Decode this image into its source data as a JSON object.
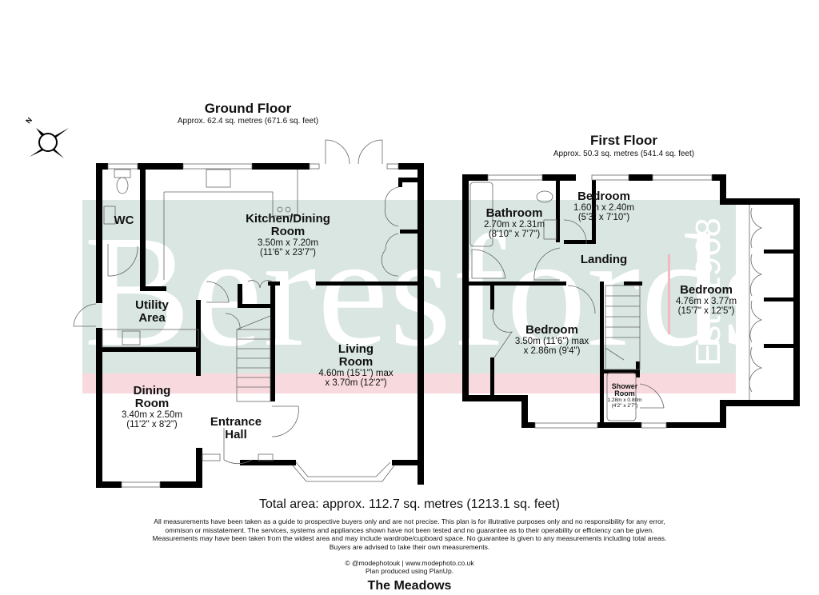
{
  "watermark": {
    "brand": "Beresfords",
    "established": "Est. 1968",
    "band_colors": {
      "green": "#d9e6e1",
      "pink": "#f8dade"
    }
  },
  "compass": {
    "label": "N",
    "icon": "compass-rose-icon"
  },
  "ground_floor": {
    "title": "Ground Floor",
    "area": "Approx. 62.4 sq. metres (671.6 sq. feet)",
    "rooms": [
      {
        "name": "WC",
        "dims_metric": "",
        "dims_imperial": ""
      },
      {
        "name": "Kitchen/Dining Room",
        "name_lines": [
          "Kitchen/Dining",
          "Room"
        ],
        "dims_metric": "3.50m x 7.20m",
        "dims_imperial": "(11'6\" x 23'7\")"
      },
      {
        "name": "Utility Area",
        "name_lines": [
          "Utility",
          "Area"
        ],
        "dims_metric": "",
        "dims_imperial": ""
      },
      {
        "name": "Living Room",
        "name_lines": [
          "Living",
          "Room"
        ],
        "dims_metric": "4.60m (15'1\") max",
        "dims_imperial": "x 3.70m (12'2\")"
      },
      {
        "name": "Dining Room",
        "name_lines": [
          "Dining",
          "Room"
        ],
        "dims_metric": "3.40m x 2.50m",
        "dims_imperial": "(11'2\" x 8'2\")"
      },
      {
        "name": "Entrance Hall",
        "name_lines": [
          "Entrance",
          "Hall"
        ],
        "dims_metric": "",
        "dims_imperial": ""
      }
    ]
  },
  "first_floor": {
    "title": "First Floor",
    "area": "Approx. 50.3 sq. metres (541.4 sq. feet)",
    "rooms": [
      {
        "name": "Bathroom",
        "dims_metric": "2.70m x 2.31m",
        "dims_imperial": "(8'10\" x 7'7\")"
      },
      {
        "name": "Bedroom",
        "dims_metric": "1.60m x 2.40m",
        "dims_imperial": "(5'3\" x 7'10\")"
      },
      {
        "name": "Landing",
        "dims_metric": "",
        "dims_imperial": ""
      },
      {
        "name": "Bedroom",
        "dims_metric": "4.76m x 3.77m",
        "dims_imperial": "(15'7\" x 12'5\")"
      },
      {
        "name": "Bedroom",
        "dims_metric": "3.50m (11'6\") max",
        "dims_imperial": "x 2.86m (9'4\")"
      },
      {
        "name": "Shower Room",
        "name_lines": [
          "Shower",
          "Room"
        ],
        "dims_metric": "1.28m x 0.80m",
        "dims_imperial": "(4'2\" x 2'7\")"
      }
    ]
  },
  "footer": {
    "total_area": "Total area: approx. 112.7 sq. metres (1213.1 sq. feet)",
    "disclaimer": "All measurements have been taken as a guide to prospective buyers only and are not precise. This plan is for illutrative purposes only and no responsibility for any error, ommison or misstatement. The services, systems and appliances shown have not been tested and no guarantee as to their operability or efficiency can be given. Measurements may have been taken from the widest area and may include wardrobe/cupboard space. No guarantee is given to any measurements including total areas. Buyers are advised to take their own measurements.",
    "credit_line1": "© @modephotouk | www.modephoto.co.uk",
    "credit_line2": "Plan produced using PlanUp.",
    "property_name": "The Meadows"
  }
}
